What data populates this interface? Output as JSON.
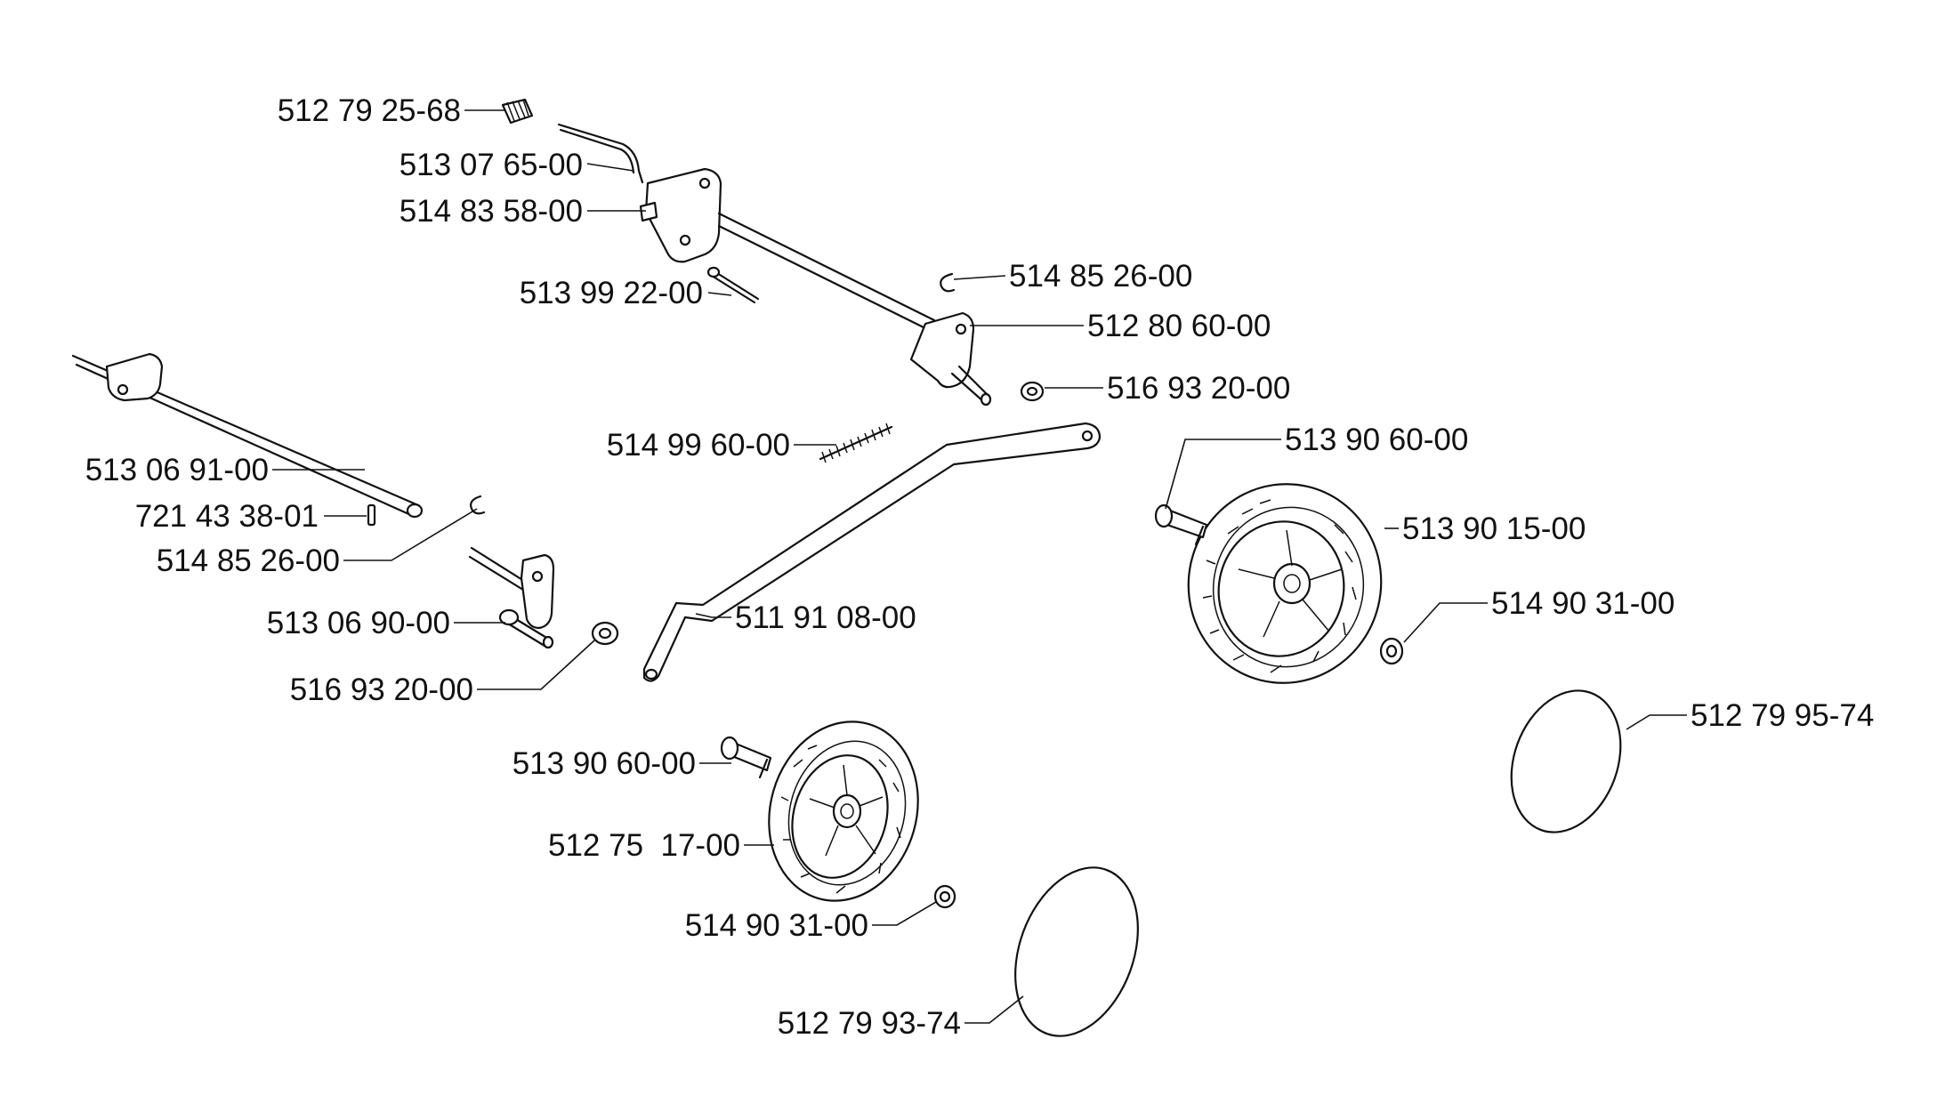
{
  "labels": {
    "p1": "512 79 25-68",
    "p2": "513 07 65-00",
    "p3": "514 83 58-00",
    "p4": "513 99 22-00",
    "p5": "514 85 26-00",
    "p6": "512 80 60-00",
    "p7": "516 93 20-00",
    "p8": "514 99 60-00",
    "p9": "513 90 60-00",
    "p10": "513 06 91-00",
    "p11": "513 90 15-00",
    "p12": "721 43 38-01",
    "p13": "514 85 26-00",
    "p14": "514 90 31-00",
    "p15": "513 06 90-00",
    "p16": "511 91 08-00",
    "p17": "516 93 20-00",
    "p18": "512 79 95-74",
    "p19": "513 90 60-00",
    "p20": "512 75  17-00",
    "p21": "514 90 31-00",
    "p22": "512 79 93-74"
  }
}
